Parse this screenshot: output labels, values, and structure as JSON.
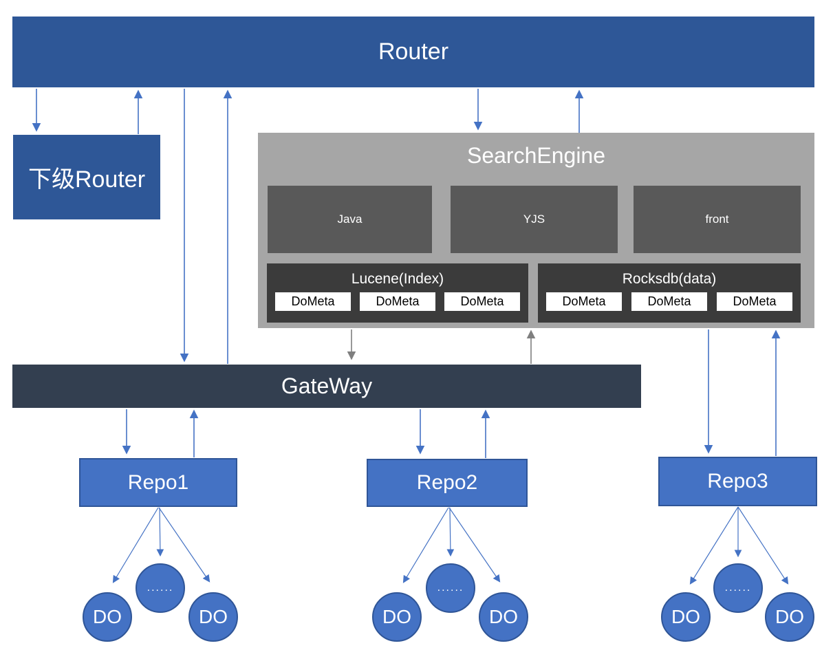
{
  "colors": {
    "router_blue": "#2e5797",
    "node_blue": "#4472c4",
    "node_border": "#2f5597",
    "gateway_dark": "#333f50",
    "container_gray": "#a6a6a6",
    "module_gray": "#595959",
    "store_dark": "#3b3b3b",
    "arrow_blue": "#4472c4",
    "arrow_gray": "#7f7f7f",
    "meta_bg": "#ffffff",
    "meta_text": "#000000"
  },
  "nodes": {
    "router": "Router",
    "sub_router": "下级Router",
    "search_engine": {
      "title": "SearchEngine",
      "modules": [
        "Java",
        "YJS",
        "front"
      ],
      "stores": [
        {
          "title": "Lucene(Index)",
          "items": [
            "DoMeta",
            "DoMeta",
            "DoMeta"
          ]
        },
        {
          "title": "Rocksdb(data)",
          "items": [
            "DoMeta",
            "DoMeta",
            "DoMeta"
          ]
        }
      ]
    },
    "gateway": "GateWay",
    "repos": [
      {
        "label": "Repo1",
        "children": [
          "DO",
          "......",
          "DO"
        ]
      },
      {
        "label": "Repo2",
        "children": [
          "DO",
          "......",
          "DO"
        ]
      },
      {
        "label": "Repo3",
        "children": [
          "DO",
          "......",
          "DO"
        ]
      }
    ]
  }
}
